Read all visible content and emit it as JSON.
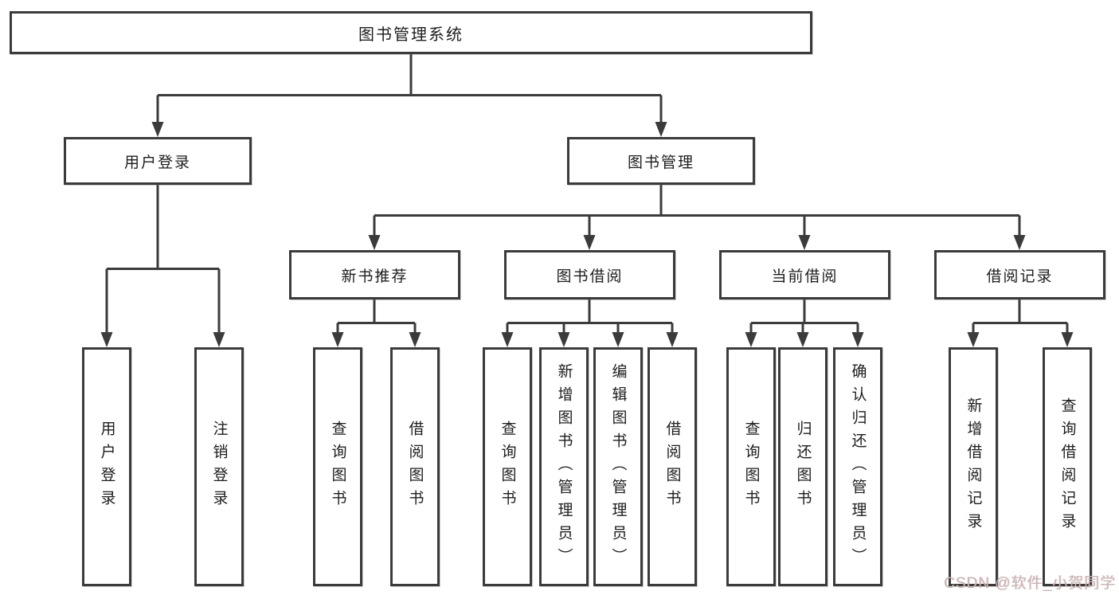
{
  "diagram_type": "hierarchy-tree",
  "tree": {
    "root": {
      "label": "图书管理系统",
      "children": [
        {
          "label": "用户登录",
          "children": [
            {
              "label": "用户登录"
            },
            {
              "label": "注销登录"
            }
          ]
        },
        {
          "label": "图书管理",
          "children": [
            {
              "label": "新书推荐",
              "children": [
                {
                  "label": "查询图书"
                },
                {
                  "label": "借阅图书"
                }
              ]
            },
            {
              "label": "图书借阅",
              "children": [
                {
                  "label": "查询图书"
                },
                {
                  "label": "新增图书（管理员）"
                },
                {
                  "label": "编辑图书（管理员）"
                },
                {
                  "label": "借阅图书"
                }
              ]
            },
            {
              "label": "当前借阅",
              "children": [
                {
                  "label": "查询图书"
                },
                {
                  "label": "归还图书"
                },
                {
                  "label": "确认归还（管理员）"
                }
              ]
            },
            {
              "label": "借阅记录",
              "children": [
                {
                  "label": "新增借阅记录"
                },
                {
                  "label": "查询借阅记录"
                }
              ]
            }
          ]
        }
      ]
    }
  },
  "watermark": {
    "text": "CSDN @软件_小贺同学",
    "color": "#c5b6b6"
  },
  "colors": {
    "line": "#3b3b3b",
    "box_border": "#3b3b3b",
    "box_fill": "#ffffff",
    "text": "#1d1d1d",
    "background": "#ffffff"
  }
}
